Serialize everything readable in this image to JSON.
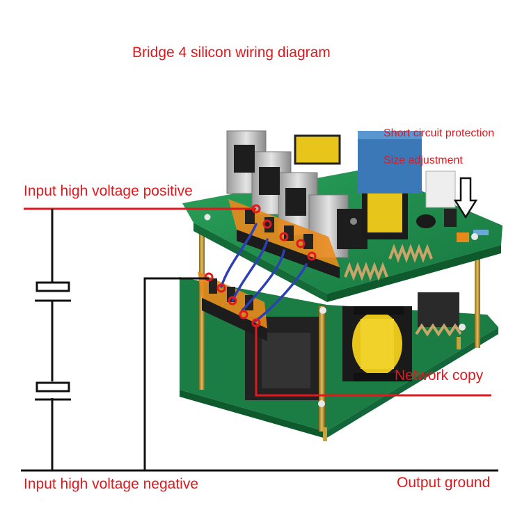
{
  "title": "Bridge 4 silicon wiring diagram",
  "labels": {
    "input_positive": "Input high voltage positive",
    "input_negative": "Input high voltage negative",
    "output_ground": "Output ground",
    "network_copy": "Network copy",
    "short_circuit": "Short circuit protection",
    "size_adjustment": "Size adjustment"
  },
  "colors": {
    "label_red": "#e0191e",
    "pcb_green": "#1f8a4c",
    "terminal_orange": "#e8891c",
    "jumper_blue": "#2e3fb5",
    "coil_yellow": "#e7c51a"
  }
}
